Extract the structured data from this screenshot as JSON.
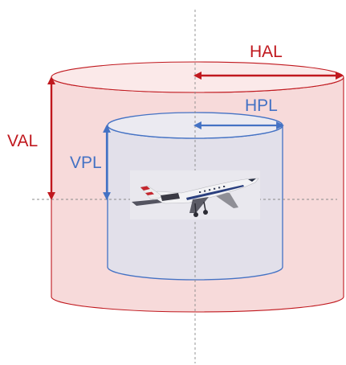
{
  "labels": {
    "hal": "HAL",
    "hpl": "HPL",
    "val": "VAL",
    "vpl": "VPL"
  },
  "icons": {
    "aircraft": "aircraft-icon"
  },
  "colors": {
    "alert_stroke": "#c0181e",
    "alert_fill": "#f7dada",
    "alert_top": "#fbe9e9",
    "protection_stroke": "#4472c4",
    "protection_fill": "#e2e0ea",
    "protection_top": "#ebeaf1",
    "axis": "#8a8a8a",
    "aircraft_body": "#f4f4f4",
    "aircraft_dark": "#333333",
    "aircraft_tail": "#c4262e"
  }
}
